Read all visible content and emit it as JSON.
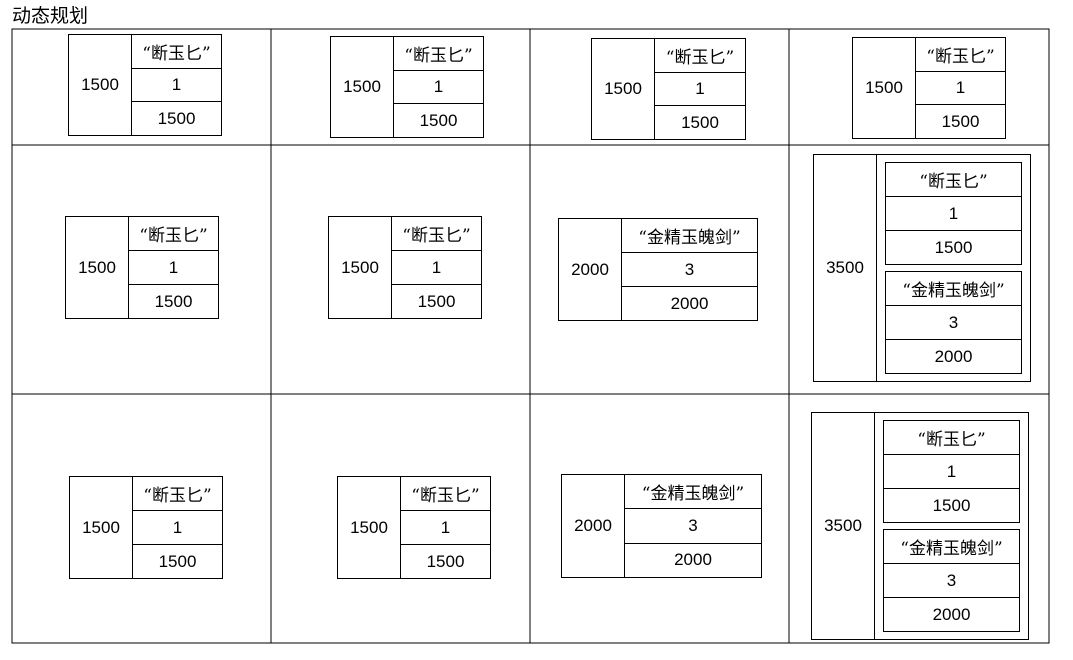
{
  "title": "动态规划",
  "cells": [
    {
      "total": "1500",
      "items": [
        {
          "name": "“断玉匕”",
          "weight": "1",
          "value": "1500"
        }
      ]
    },
    {
      "total": "1500",
      "items": [
        {
          "name": "“断玉匕”",
          "weight": "1",
          "value": "1500"
        }
      ]
    },
    {
      "total": "1500",
      "items": [
        {
          "name": "“断玉匕”",
          "weight": "1",
          "value": "1500"
        }
      ]
    },
    {
      "total": "1500",
      "items": [
        {
          "name": "“断玉匕”",
          "weight": "1",
          "value": "1500"
        }
      ]
    },
    {
      "total": "1500",
      "items": [
        {
          "name": "“断玉匕”",
          "weight": "1",
          "value": "1500"
        }
      ]
    },
    {
      "total": "1500",
      "items": [
        {
          "name": "“断玉匕”",
          "weight": "1",
          "value": "1500"
        }
      ]
    },
    {
      "total": "2000",
      "items": [
        {
          "name": "“金精玉魄剑”",
          "weight": "3",
          "value": "2000"
        }
      ]
    },
    {
      "total": "3500",
      "items": [
        {
          "name": "“断玉匕”",
          "weight": "1",
          "value": "1500"
        },
        {
          "name": "“金精玉魄剑”",
          "weight": "3",
          "value": "2000"
        }
      ]
    },
    {
      "total": "1500",
      "items": [
        {
          "name": "“断玉匕”",
          "weight": "1",
          "value": "1500"
        }
      ]
    },
    {
      "total": "1500",
      "items": [
        {
          "name": "“断玉匕”",
          "weight": "1",
          "value": "1500"
        }
      ]
    },
    {
      "total": "2000",
      "items": [
        {
          "name": "“金精玉魄剑”",
          "weight": "3",
          "value": "2000"
        }
      ]
    },
    {
      "total": "3500",
      "items": [
        {
          "name": "“断玉匕”",
          "weight": "1",
          "value": "1500"
        },
        {
          "name": "“金精玉魄剑”",
          "weight": "3",
          "value": "2000"
        }
      ]
    }
  ]
}
